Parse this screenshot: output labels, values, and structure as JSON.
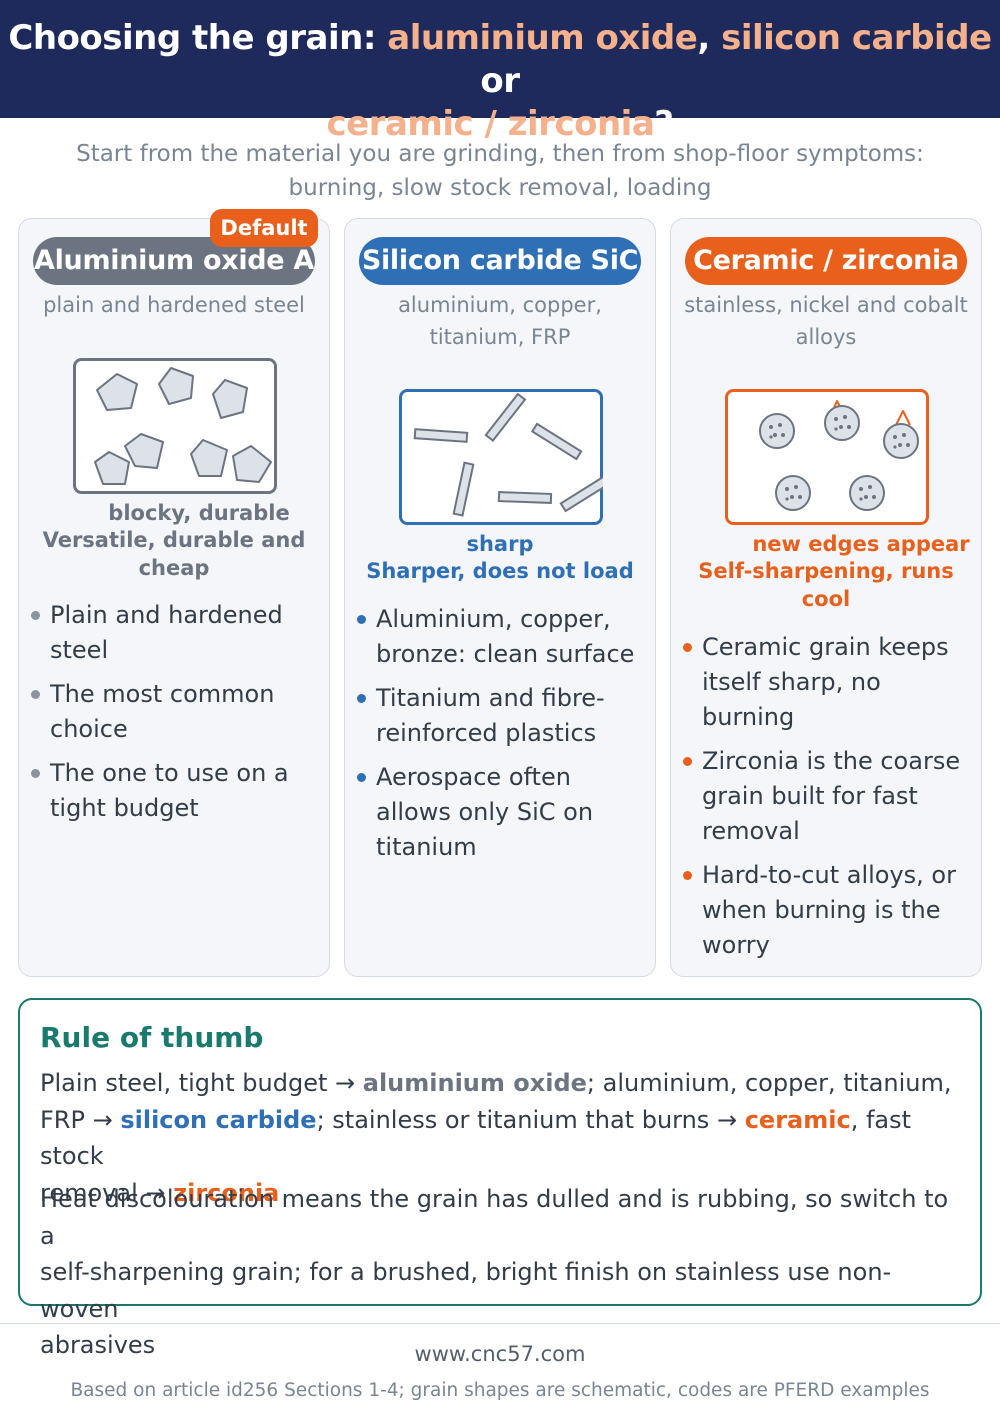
{
  "header": {
    "p1": "Choosing the grain: ",
    "h1": "aluminium oxide",
    "p2": ", ",
    "h2": "silicon carbide",
    "p3": " or",
    "h3": "ceramic / zirconia",
    "p4": "?"
  },
  "subtitle": {
    "line1": "Start from the material you are grinding, then from shop-floor symptoms:",
    "line2": "burning, slow stock removal, loading"
  },
  "cards": [
    {
      "badge": "Default",
      "title": "Aluminium oxide A",
      "caption": [
        "plain and hardened steel"
      ],
      "grain_label": "blocky, durable",
      "summary": [
        "Versatile, durable and",
        "cheap"
      ],
      "bullets": [
        [
          "Plain and hardened",
          "steel"
        ],
        [
          "The most common",
          "choice"
        ],
        [
          "The one to use on a",
          "tight budget"
        ]
      ],
      "color": "#6b7480"
    },
    {
      "title": "Silicon carbide SiC",
      "caption": [
        "aluminium, copper,",
        "titanium, FRP"
      ],
      "grain_label": "sharp",
      "summary": [
        "Sharper, does not load"
      ],
      "bullets": [
        [
          "Aluminium, copper,",
          "bronze: clean surface"
        ],
        [
          "Titanium and fibre-",
          "reinforced plastics"
        ],
        [
          "Aerospace often",
          "allows only SiC on",
          "titanium"
        ]
      ],
      "color": "#2f6fb5"
    },
    {
      "title": "Ceramic / zirconia",
      "caption": [
        "stainless, nickel and cobalt",
        "alloys"
      ],
      "grain_label": "new edges appear",
      "summary": [
        "Self-sharpening, runs",
        "cool"
      ],
      "bullets": [
        [
          "Ceramic grain keeps",
          "itself sharp, no",
          "burning"
        ],
        [
          "Zirconia is the coarse",
          "grain built for fast",
          "removal"
        ],
        [
          "Hard-to-cut alloys, or",
          "when burning is the",
          "worry"
        ]
      ],
      "color": "#e8601c"
    }
  ],
  "rule": {
    "title": "Rule of thumb",
    "p1": {
      "t1": "Plain steel, tight budget → ",
      "k1": "aluminium oxide",
      "t2": "; aluminium, copper, titanium,",
      "t3": "FRP → ",
      "k2": "silicon carbide",
      "t4": "; stainless or titanium that burns → ",
      "k3": "ceramic",
      "t5": ", fast stock",
      "t6": "removal → ",
      "k4": "zirconia"
    },
    "p2": [
      "Heat discolouration means the grain has dulled and is rubbing, so switch to a",
      "self-sharpening grain; for a brushed, bright finish on stainless use non-woven",
      "abrasives"
    ]
  },
  "footer": {
    "site": "www.cnc57.com",
    "note": "Based on article id256 Sections 1-4; grain shapes are schematic, codes are PFERD examples"
  }
}
